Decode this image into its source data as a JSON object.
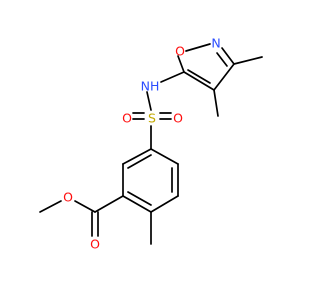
{
  "colors": {
    "bond": "#000000",
    "oxygen": "#ff0d0d",
    "nitrogen": "#2b4dff",
    "sulfur": "#c2a900",
    "background": "#ffffff"
  },
  "atoms": {
    "o_isoxazole": "O",
    "n_isoxazole": "N",
    "nh": "NH",
    "s_sulfonyl": "S",
    "o_sulfonyl_left": "O",
    "o_sulfonyl_right": "O",
    "o_ester_ether": "O",
    "o_ester_carbonyl": "O"
  }
}
